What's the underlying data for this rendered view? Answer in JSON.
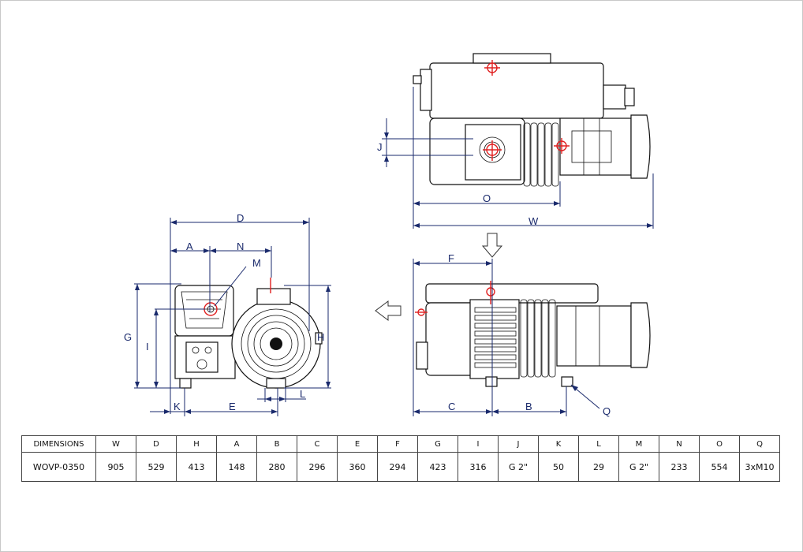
{
  "drawing": {
    "top_view_labels": {
      "J": "J",
      "O": "O",
      "W": "W"
    },
    "side_view_labels": {
      "D": "D",
      "A": "A",
      "N": "N",
      "M": "M",
      "G": "G",
      "I": "I",
      "H": "H",
      "K": "K",
      "E": "E",
      "L": "L"
    },
    "front_view_labels": {
      "F": "F",
      "C": "C",
      "B": "B",
      "Q": "Q"
    }
  },
  "table": {
    "headers": [
      "DIMENSIONS",
      "W",
      "D",
      "H",
      "A",
      "B",
      "C",
      "E",
      "F",
      "G",
      "I",
      "J",
      "K",
      "L",
      "M",
      "N",
      "O",
      "Q"
    ],
    "row": [
      "WOVP-0350",
      "905",
      "529",
      "413",
      "148",
      "280",
      "296",
      "360",
      "294",
      "423",
      "316",
      "G 2\"",
      "50",
      "29",
      "G 2\"",
      "233",
      "554",
      "3xM10"
    ]
  }
}
